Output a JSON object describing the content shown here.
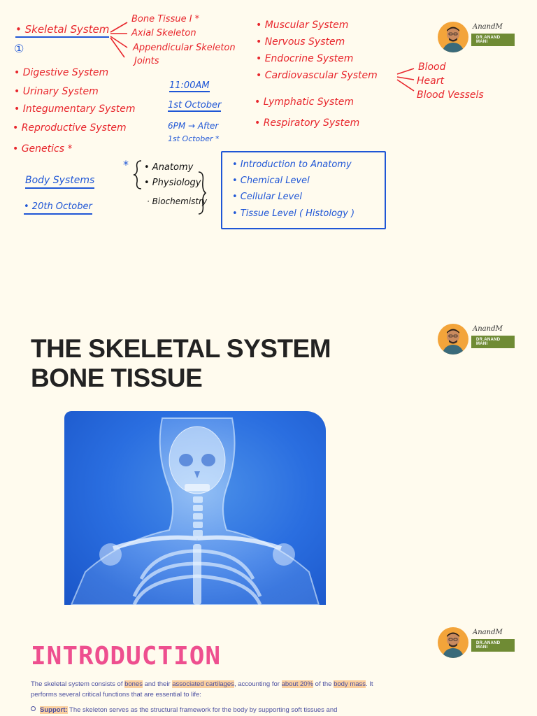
{
  "notes": {
    "skeletal_system": "• Skeletal System",
    "circled_one": "①",
    "bone_tissue": "Bone Tissue I *",
    "axial": "Axial Skeleton",
    "appendicular": "Appendicular Skeleton",
    "joints": "Joints",
    "left_list": [
      "• Digestive System",
      "• Urinary System",
      "• Integumentary System",
      "• Reproductive System",
      "• Genetics *"
    ],
    "time": "11:00AM",
    "date1": "1st October",
    "six_pm": "6PM → After",
    "date2": "1st October *",
    "body_systems": "Body Systems",
    "date3": "• 20th October",
    "star": "*",
    "ap_list": [
      "• Anatomy",
      "• Physiology",
      "· Biochemistry"
    ],
    "right_list": [
      "• Muscular System",
      "• Nervous System",
      "• Endocrine System",
      "• Cardiovascular System"
    ],
    "cardio_branches": [
      "Blood",
      "Heart",
      "Blood Vessels"
    ],
    "right_list2": [
      "• Lymphatic System",
      "• Respiratory System"
    ],
    "box_items": [
      "• Introduction to Anatomy",
      "• Chemical Level",
      "• Cellular Level",
      "• Tissue Level ( Histology )"
    ]
  },
  "brand": {
    "signature": "AnandM",
    "label": "DR.ANAND MANI"
  },
  "slide1": {
    "title_line1": "THE SKELETAL SYSTEM",
    "title_line2": "BONE TISSUE"
  },
  "slide2": {
    "heading": "INTRODUCTION",
    "p_1": "The skeletal system consists of ",
    "p_bones": "bones",
    "p_2": " and their ",
    "p_cart": "associated cartilages",
    "p_3": ", accounting for ",
    "p_pct": "about 20%",
    "p_4": " of the ",
    "p_mass": "body mass",
    "p_5": ". It performs several critical functions that are essential to life:",
    "bullet_label": "Support:",
    "bullet_text": " The skeleton serves as the structural framework for the body by supporting soft tissues and"
  }
}
